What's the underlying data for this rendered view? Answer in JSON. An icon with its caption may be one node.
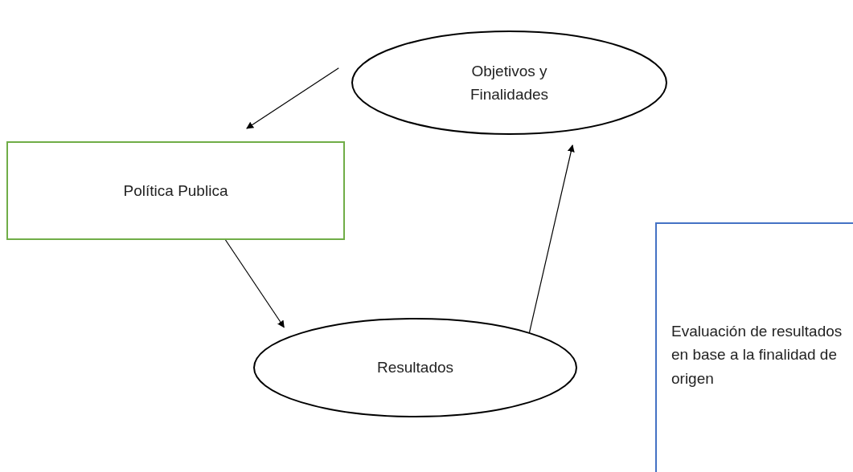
{
  "diagram": {
    "nodes": [
      {
        "text": [
          "Objetivos y Finalidades"
        ]
      },
      {
        "text": [
          "Política Publica"
        ]
      },
      {
        "text": [
          "Resultados"
        ]
      },
      {
        "text": [
          "Evaluación de resultados en base a la finalidad de origen"
        ]
      }
    ],
    "edges": [
      {
        "from": 0,
        "to": 1,
        "arrow": "to"
      },
      {
        "from": 1,
        "to": 2,
        "arrow": "to"
      },
      {
        "from": 2,
        "to": 0,
        "arrow": "to"
      }
    ]
  }
}
